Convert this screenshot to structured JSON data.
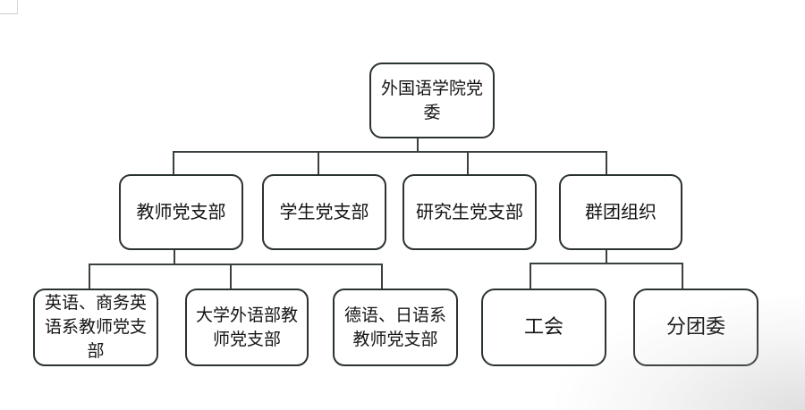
{
  "diagram_type": "org-chart",
  "nodes": {
    "root": {
      "label": "外国语学院党委"
    },
    "teacher": {
      "label": "教师党支部"
    },
    "student": {
      "label": "学生党支部"
    },
    "grad": {
      "label": "研究生党支部"
    },
    "mass": {
      "label": "群团组织"
    },
    "english": {
      "label": "英语、商务英\n语系教师党支\n部"
    },
    "college": {
      "label": "大学外语部教\n师党支部"
    },
    "german": {
      "label": "德语、日语系\n教师党支部"
    },
    "union": {
      "label": "工会"
    },
    "league": {
      "label": "分团委"
    }
  },
  "hierarchy": {
    "外国语学院党委": [
      "教师党支部",
      "学生党支部",
      "研究生党支部",
      "群团组织"
    ],
    "教师党支部": [
      "英语、商务英语系教师党支部",
      "大学外语部教师党支部",
      "德语、日语系教师党支部"
    ],
    "群团组织": [
      "工会",
      "分团委"
    ]
  },
  "colors": {
    "line": "#39413d",
    "box_border": "#2b3331",
    "text": "#141414",
    "background": "#ffffff"
  }
}
